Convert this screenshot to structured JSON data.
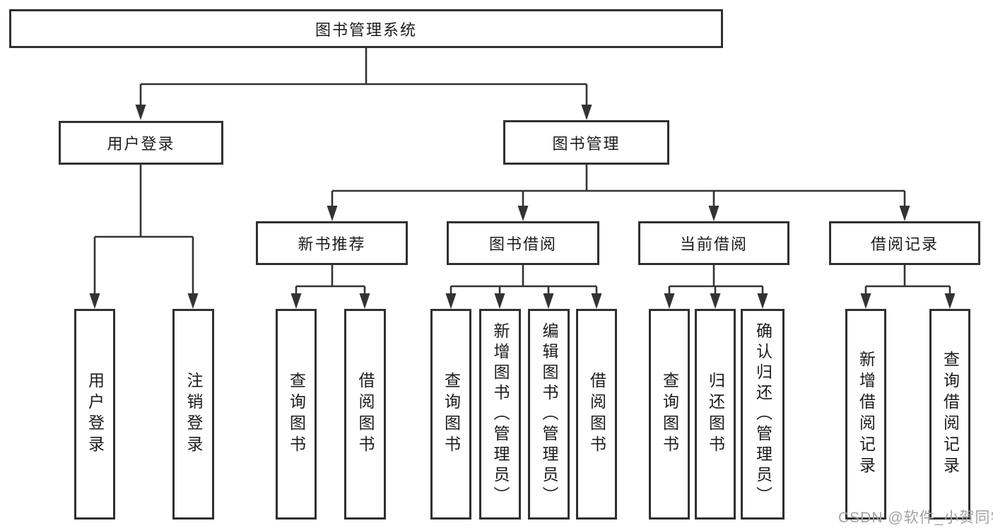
{
  "diagram": {
    "root_label": "图书管理系统",
    "level2": {
      "user_login": "用户登录",
      "book_management": "图书管理"
    },
    "level3": {
      "new_book_recommend": "新书推荐",
      "book_borrow": "图书借阅",
      "current_borrow": "当前借阅",
      "borrow_records": "借阅记录"
    },
    "leaves": {
      "user_login": [
        "用户登录",
        "注销登录"
      ],
      "new_book_recommend": [
        "查询图书",
        "借阅图书"
      ],
      "book_borrow": [
        "查询图书",
        "新增图书（管理员）",
        "编辑图书（管理员）",
        "借阅图书"
      ],
      "current_borrow": [
        "查询图书",
        "归还图书",
        "确认归还（管理员）"
      ],
      "borrow_records": [
        "新增借阅记录",
        "查询借阅记录"
      ]
    },
    "watermark": "CSDN @软件_小贺同学",
    "colors": {
      "line": "#333333",
      "box_border": "#303030",
      "text": "#1c1c1c",
      "watermark": "#a3a3a3",
      "background": "#ffffff"
    }
  }
}
